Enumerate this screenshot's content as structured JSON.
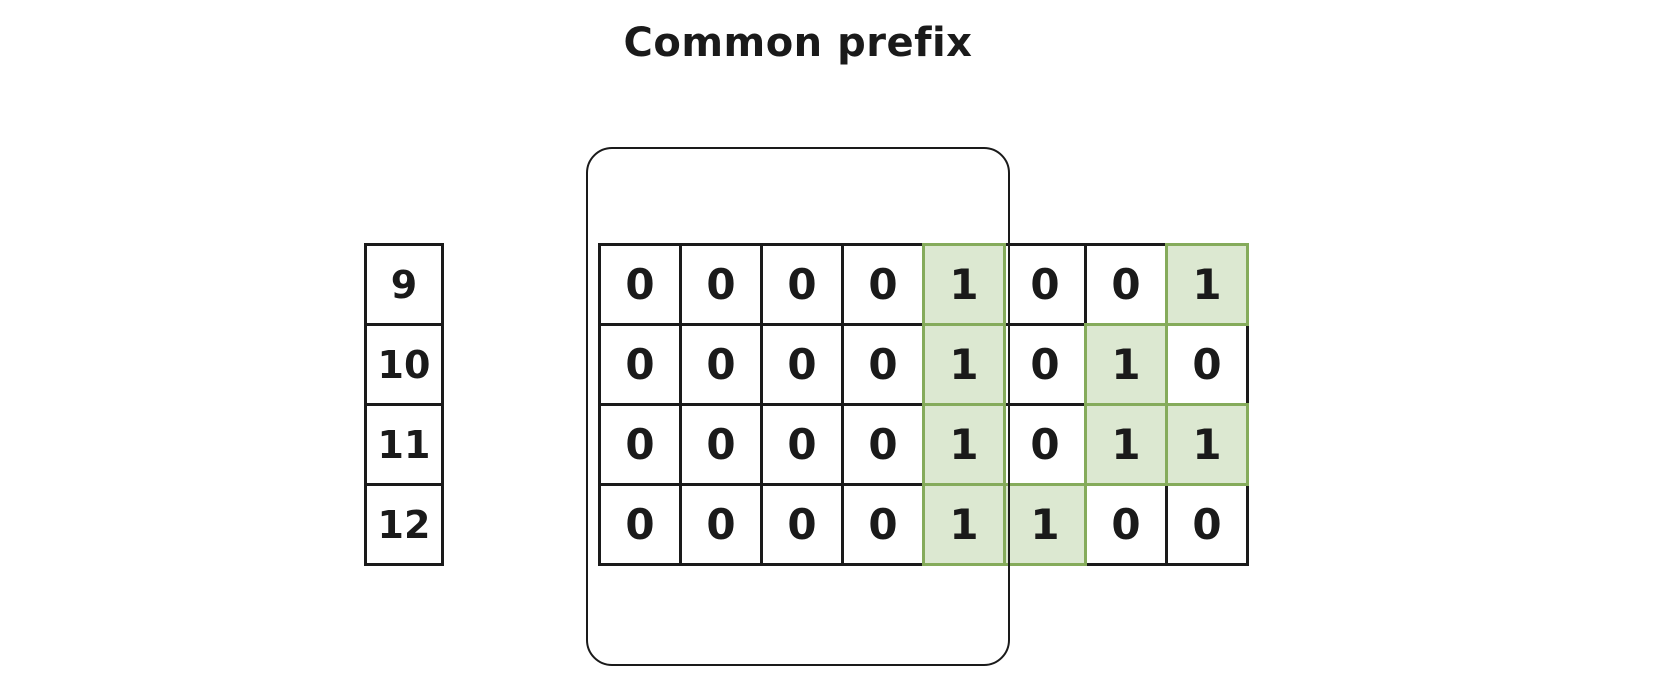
{
  "title": "Common prefix",
  "row_labels": [
    "9",
    "10",
    "11",
    "12"
  ],
  "grid": {
    "bits": [
      [
        "0",
        "0",
        "0",
        "0",
        "1",
        "0",
        "0",
        "1"
      ],
      [
        "0",
        "0",
        "0",
        "0",
        "1",
        "0",
        "1",
        "0"
      ],
      [
        "0",
        "0",
        "0",
        "0",
        "1",
        "0",
        "1",
        "1"
      ],
      [
        "0",
        "0",
        "0",
        "0",
        "1",
        "1",
        "0",
        "0"
      ]
    ],
    "highlight_value": "1"
  },
  "colors": {
    "line": "#1a1a1a",
    "highlight_border": "#85ab5b",
    "highlight_fill": "#dce8d1"
  }
}
